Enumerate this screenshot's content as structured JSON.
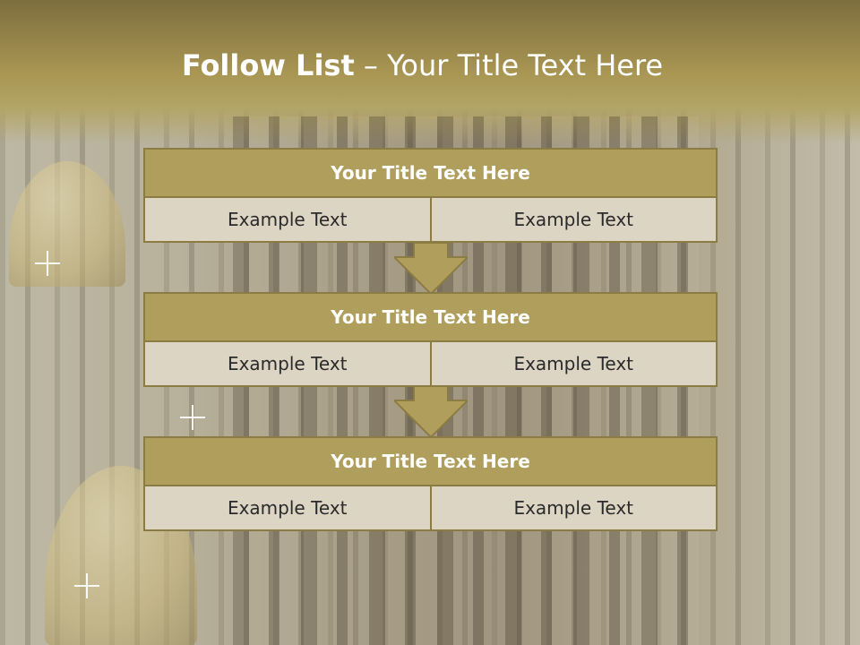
{
  "slide": {
    "title_bold": "Follow List",
    "title_rest": " – Your Title Text Here"
  },
  "blocks": [
    {
      "header": "Your Title Text Here",
      "left": "Example Text",
      "right": "Example Text"
    },
    {
      "header": "Your Title Text Here",
      "left": "Example Text",
      "right": "Example Text"
    },
    {
      "header": "Your Title Text Here",
      "left": "Example Text",
      "right": "Example Text"
    }
  ],
  "colors": {
    "header_fill": "#b09e5d",
    "border": "#8b7c44",
    "cell_fill": "#ddd5c3",
    "arrow_fill": "#b09e5d"
  }
}
